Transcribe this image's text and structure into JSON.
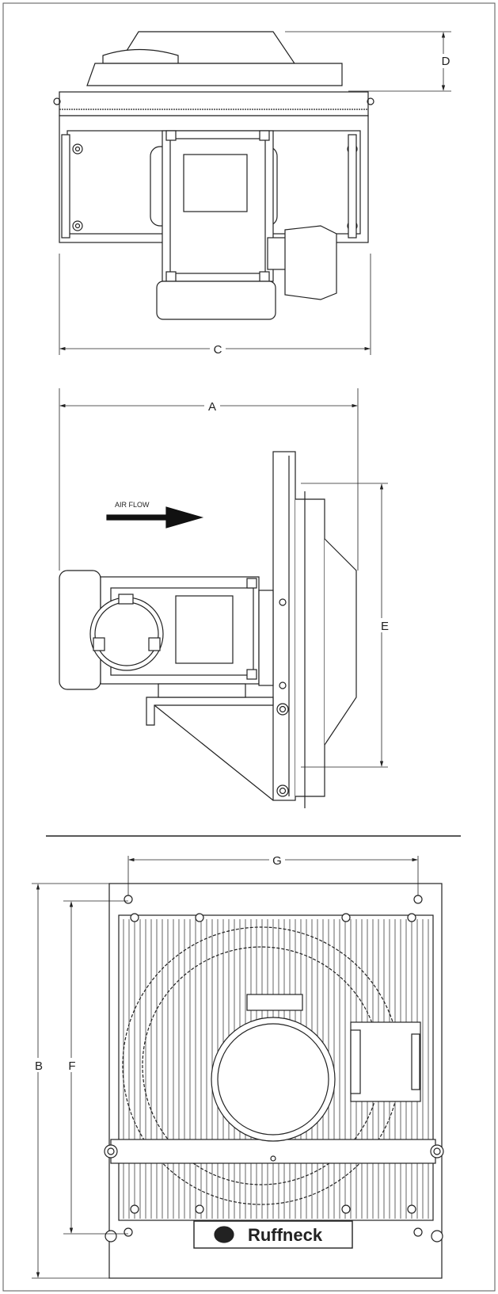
{
  "drawing": {
    "top_view": {
      "dim_c": "C",
      "dim_d": "D"
    },
    "side_view": {
      "dim_a": "A",
      "dim_e": "E",
      "airflow_label": "AIR FLOW"
    },
    "front_view": {
      "dim_b": "B",
      "dim_f": "F",
      "dim_g": "G",
      "brand": "Ruffneck"
    }
  },
  "colors": {
    "line": "#222222",
    "fill": "#ffffff",
    "light": "#f2f2f2"
  }
}
